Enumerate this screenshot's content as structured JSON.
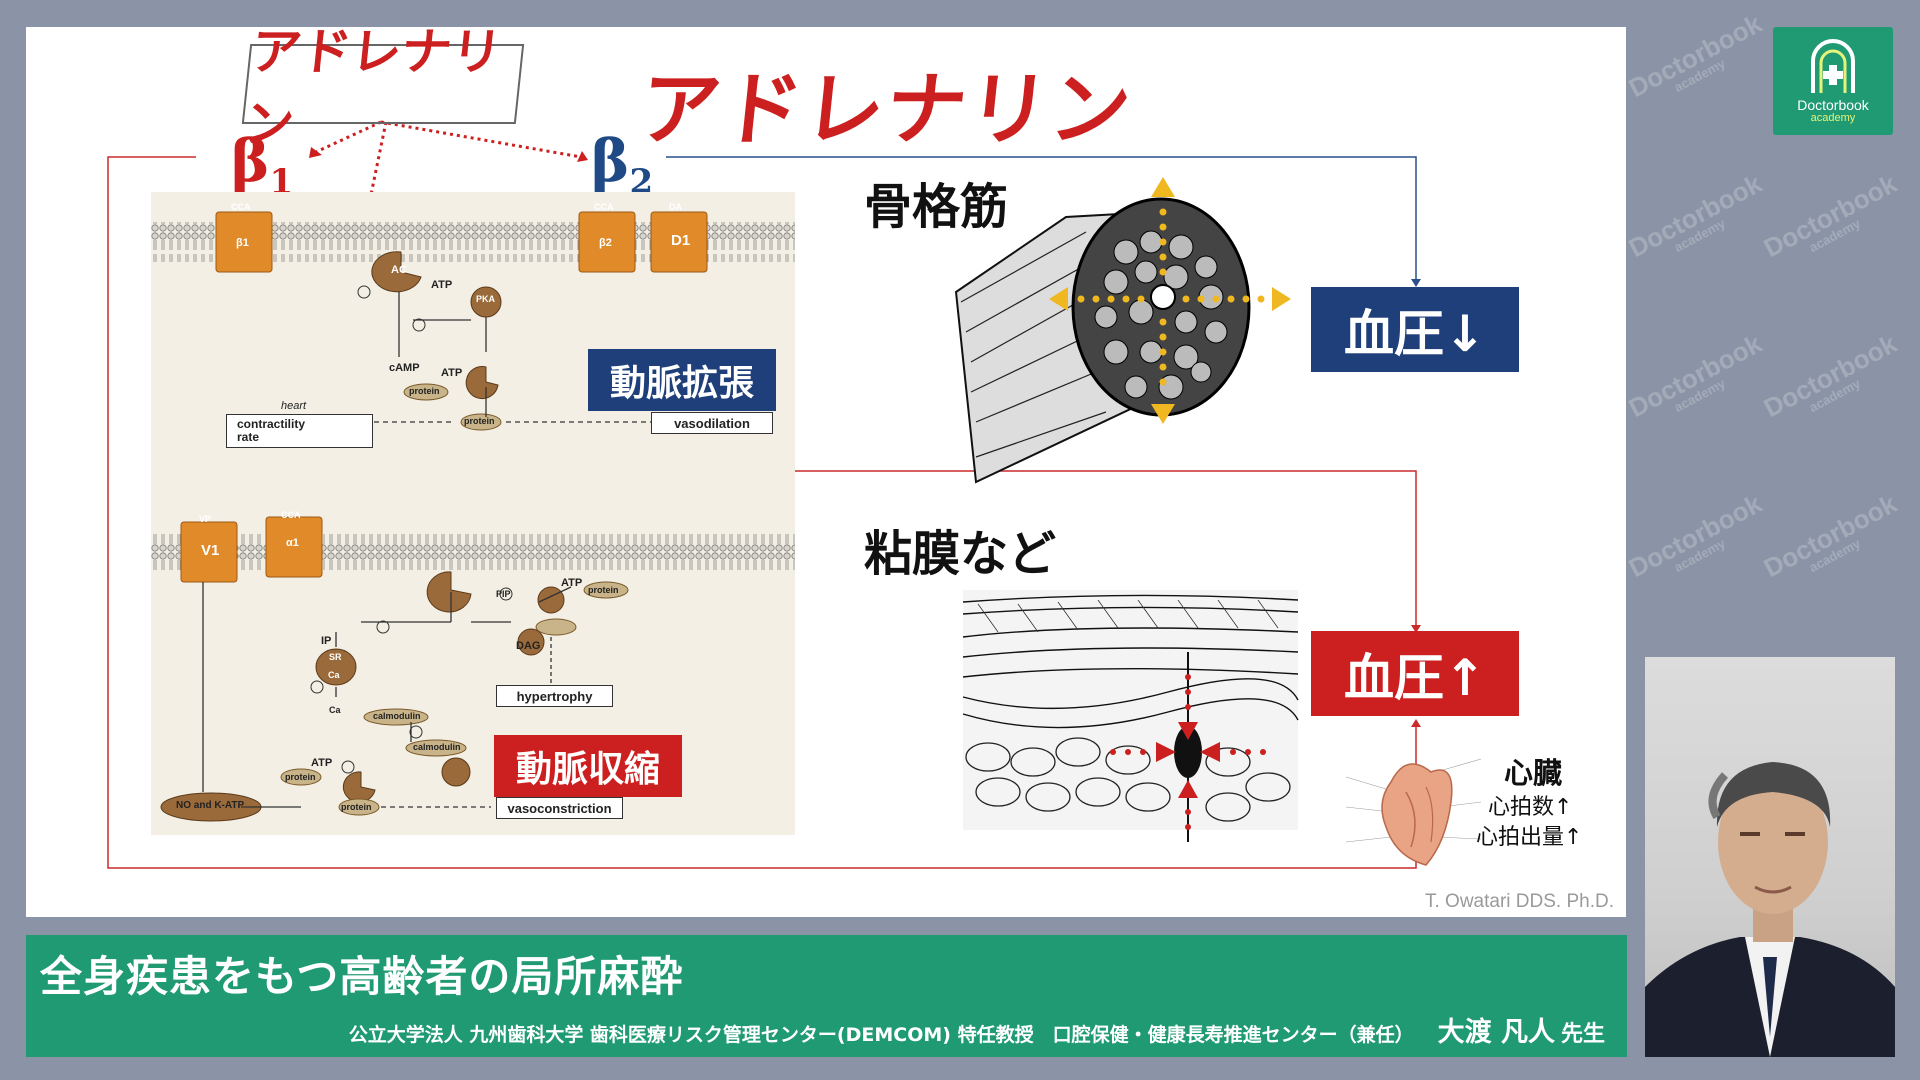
{
  "slide": {
    "title": "アドレナリン",
    "boxed_title": "アドレナリン",
    "beta1_label": "β",
    "beta1_sub": "1",
    "beta2_label": "β",
    "beta2_sub": "2",
    "alpha1_label": "α",
    "alpha1_sub": "1",
    "dilation_label": "動脈拡張",
    "constriction_label": "動脈収縮",
    "muscle_label": "骨格筋",
    "mucosa_label": "粘膜など",
    "bp_down_label": "血圧↓",
    "bp_up_label": "血圧↑",
    "heart_title": "心臓",
    "heart_rate": "心拍数↑",
    "heart_output": "心拍出量↑",
    "credit": "T. Owatari DDS. Ph.D.",
    "diagram": {
      "receptor_beta1": "β1",
      "receptor_beta2": "β2",
      "receptor_d1": "D1",
      "receptor_v1": "V1",
      "receptor_alpha1": "α1",
      "cca1": "CCA",
      "cca2": "CCA",
      "cca3": "CCA",
      "da": "DA",
      "vp": "VP",
      "ac": "AC",
      "atp1": "ATP",
      "camp": "cAMP",
      "pka": "PKA",
      "atp2": "ATP",
      "protein1": "protein",
      "protein2": "protein",
      "heart": "heart",
      "contractility": "contractility",
      "rate": "rate",
      "vasodilation": "vasodilation",
      "pip2": "PIP",
      "dag": "DAG",
      "ip3": "IP",
      "sr": "SR",
      "ca1": "Ca",
      "ca2": "Ca",
      "calmodulin1": "calmodulin",
      "calmodulin2": "calmodulin",
      "atp3": "ATP",
      "atp4": "ATP",
      "protein3": "protein",
      "protein4": "protein",
      "protein5": "protein",
      "hypertrophy": "hypertrophy",
      "no_katp": "NO and K-ATP",
      "vasoconstriction": "vasoconstriction"
    }
  },
  "banner": {
    "title": "全身疾患をもつ高齢者の局所麻酔",
    "affiliation": "公立大学法人 九州歯科大学 歯科医療リスク管理センター(DEMCOM) 特任教授　口腔保健・健康長寿推進センター（兼任）",
    "speaker": "大渡 凡人",
    "honorific": "先生"
  },
  "logo": {
    "brand": "Doctorbook",
    "sub": "academy"
  },
  "watermark": {
    "brand": "Doctorbook",
    "sub": "academy"
  },
  "colors": {
    "brand_green": "#1f9a72",
    "alert_red": "#cc1f1f",
    "navy": "#1f3f7a",
    "receptor_orange": "#e08a2a"
  }
}
